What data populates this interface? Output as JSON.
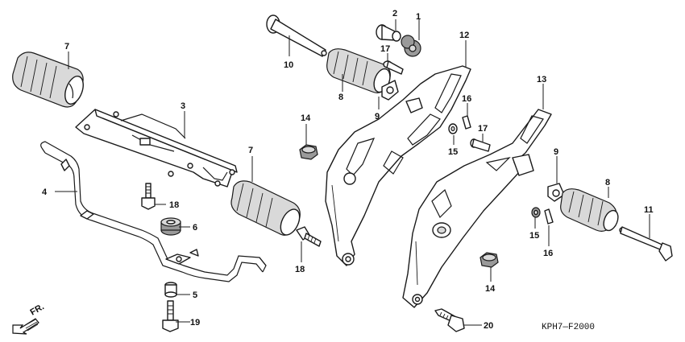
{
  "callouts": {
    "c1": "1",
    "c2": "2",
    "c3": "3",
    "c4": "4",
    "c5": "5",
    "c6": "6",
    "c7a": "7",
    "c7b": "7",
    "c8a": "8",
    "c8b": "8",
    "c9a": "9",
    "c9b": "9",
    "c10": "10",
    "c11": "11",
    "c12": "12",
    "c13": "13",
    "c14a": "14",
    "c14b": "14",
    "c15a": "15",
    "c15b": "15",
    "c16a": "16",
    "c16b": "16",
    "c17a": "17",
    "c17b": "17",
    "c18a": "18",
    "c18b": "18",
    "c19": "19",
    "c20": "20"
  },
  "front_label": "FR.",
  "diagram_code": "KPH7—F2000",
  "icons": [
    "front-direction-arrow-icon"
  ]
}
